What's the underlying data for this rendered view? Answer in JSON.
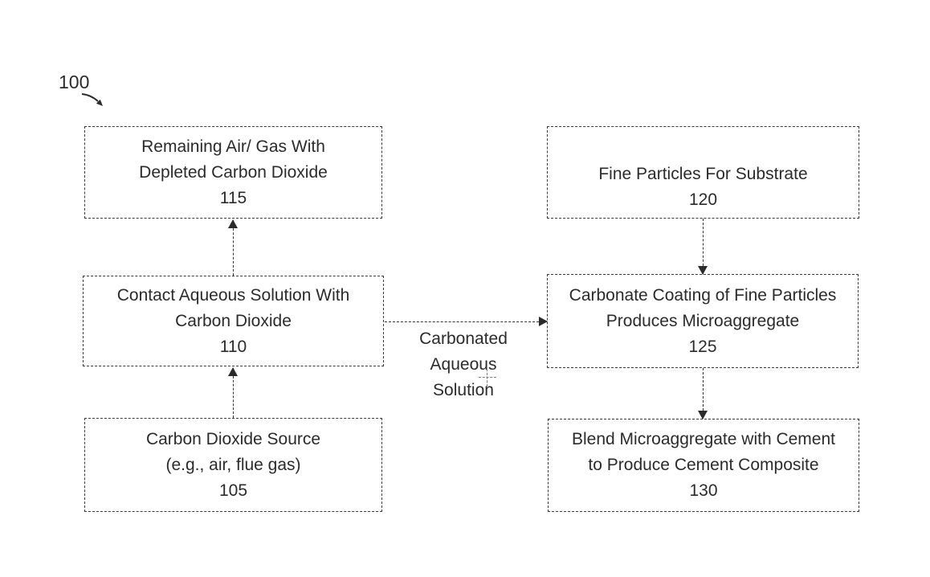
{
  "figure": {
    "reference_number": "100",
    "boxes": [
      {
        "id": "115",
        "lines": [
          "Remaining Air/ Gas With",
          "Depleted Carbon Dioxide"
        ],
        "number": "115"
      },
      {
        "id": "120",
        "lines": [
          "Fine Particles For Substrate"
        ],
        "number": "120"
      },
      {
        "id": "110",
        "lines": [
          "Contact Aqueous Solution With",
          "Carbon Dioxide"
        ],
        "number": "110"
      },
      {
        "id": "125",
        "lines": [
          "Carbonate Coating of Fine Particles",
          "Produces Microaggregate"
        ],
        "number": "125"
      },
      {
        "id": "105",
        "lines": [
          "Carbon Dioxide Source",
          "(e.g., air, flue gas)"
        ],
        "number": "105"
      },
      {
        "id": "130",
        "lines": [
          "Blend Microaggregate with Cement",
          "to Produce Cement Composite"
        ],
        "number": "130"
      }
    ],
    "flow_label": {
      "line1": "Carbonated",
      "line2": "Aqueous",
      "line3": "Solution"
    },
    "connections": [
      {
        "from": "105",
        "to": "110",
        "direction": "up"
      },
      {
        "from": "110",
        "to": "115",
        "direction": "up"
      },
      {
        "from": "110",
        "to": "125",
        "direction": "right",
        "label": "Carbonated Aqueous Solution"
      },
      {
        "from": "120",
        "to": "125",
        "direction": "down"
      },
      {
        "from": "125",
        "to": "130",
        "direction": "down"
      }
    ]
  },
  "colors": {
    "ink": "#2b2b2b",
    "background": "#ffffff"
  }
}
